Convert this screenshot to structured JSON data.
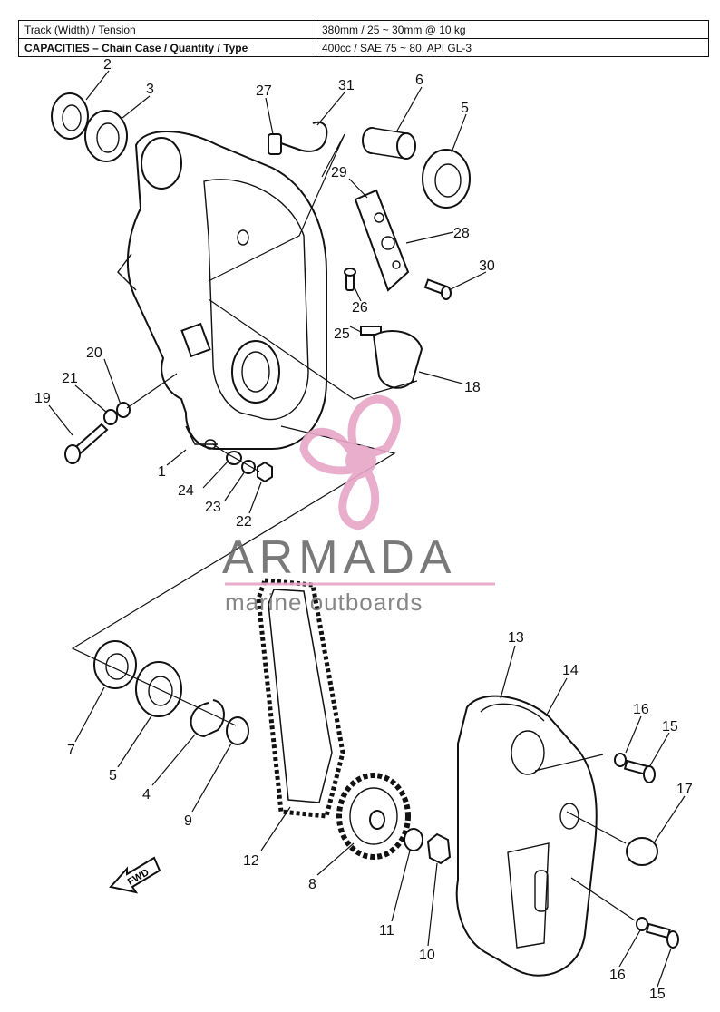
{
  "specs": [
    {
      "label": "Track (Width) / Tension",
      "value": "380mm / 25 ~ 30mm @ 10 kg",
      "bold": false
    },
    {
      "label": "CAPACITIES – Chain Case / Quantity / Type",
      "value": "400cc / SAE 75 ~ 80, API GL-3",
      "bold": true
    }
  ],
  "callouts": [
    "2",
    "3",
    "27",
    "31",
    "6",
    "5",
    "29",
    "28",
    "30",
    "26",
    "25",
    "18",
    "20",
    "21",
    "19",
    "1",
    "24",
    "23",
    "22",
    "7",
    "5",
    "4",
    "9",
    "12",
    "8",
    "11",
    "10",
    "13",
    "14",
    "16",
    "15",
    "17",
    "16",
    "15"
  ],
  "fwd_label": "FWD",
  "watermark": {
    "brand": "ARMADA",
    "tagline": "marine outboards",
    "accent_color": "#e8a6c8",
    "text_color": "#6b6b6b"
  }
}
